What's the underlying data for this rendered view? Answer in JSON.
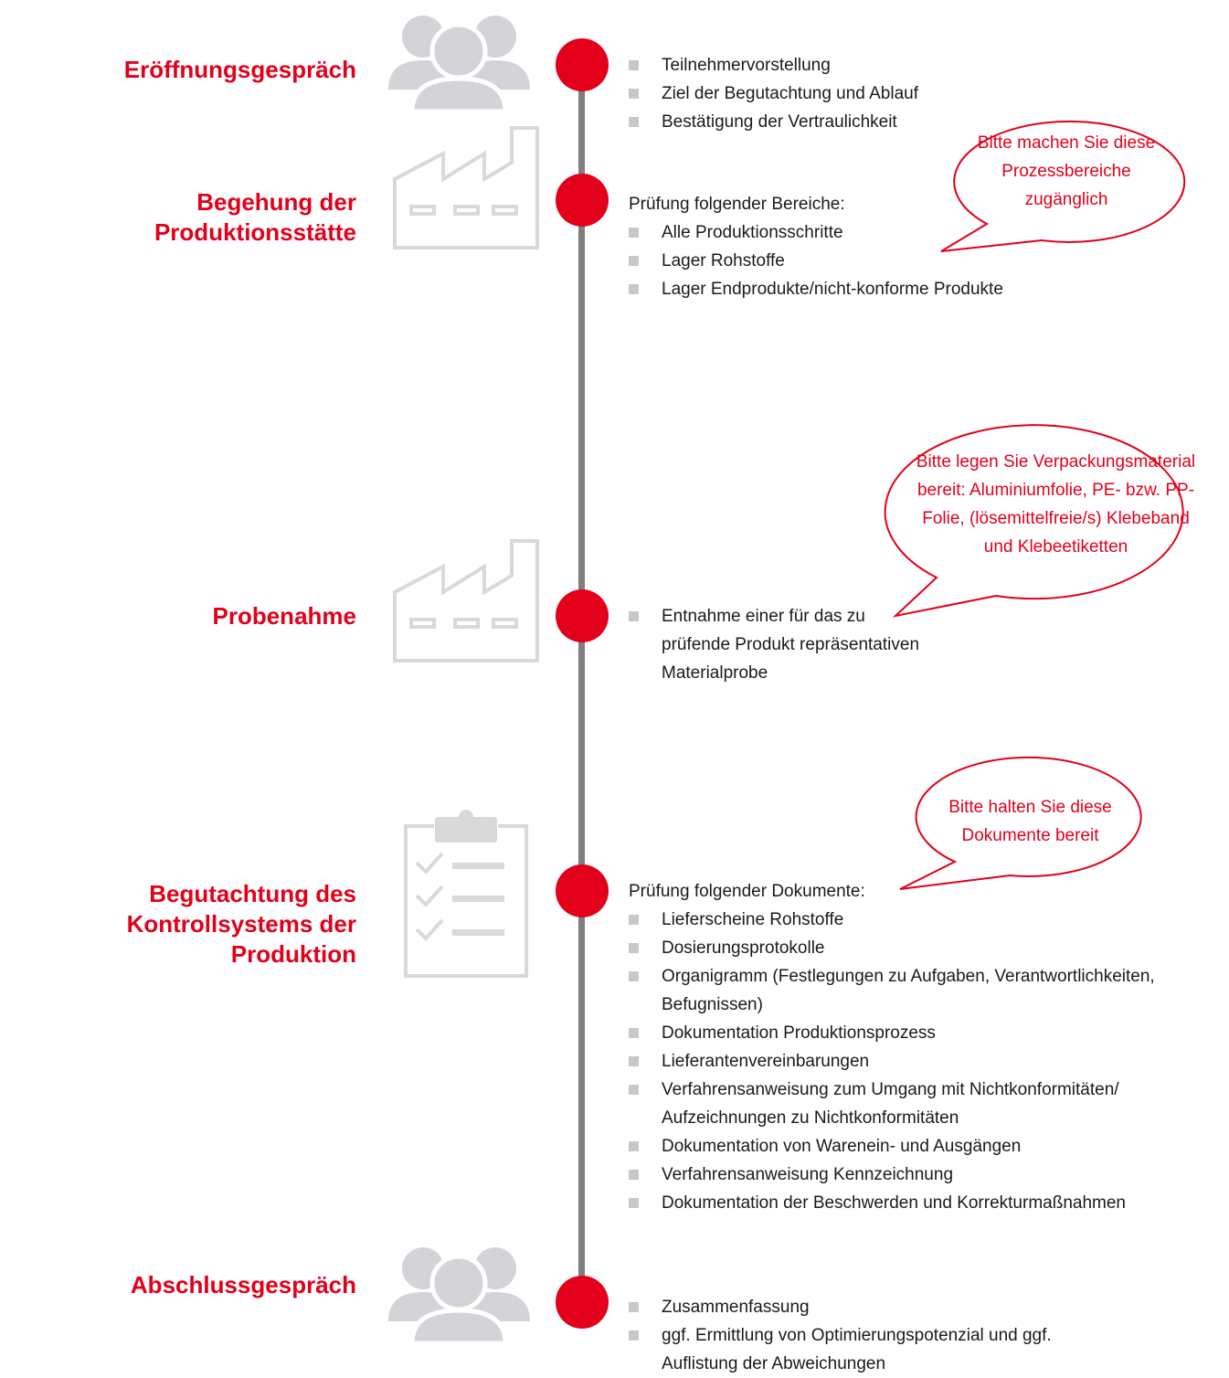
{
  "colors": {
    "accent": "#e2001a",
    "timeline": "#7f7f7f",
    "icon": "#d4d4d8",
    "bullet": "#c8c8c8"
  },
  "stages": [
    {
      "title": "Eröffnungsgespräch",
      "icon": "group-icon",
      "intro": "",
      "items": [
        "Teilnehmervorstellung",
        "Ziel der Begutachtung und Ablauf",
        "Bestätigung der Vertraulichkeit"
      ]
    },
    {
      "title": "Begehung der Produktionsstätte",
      "icon": "factory-icon",
      "intro": "Prüfung folgender Bereiche:",
      "items": [
        "Alle Produktionsschritte",
        "Lager Rohstoffe",
        "Lager Endprodukte/nicht-konforme Produkte"
      ]
    },
    {
      "title": "Probenahme",
      "icon": "factory-icon",
      "intro": "",
      "items": [
        "Entnahme einer für das zu prüfende Produkt repräsentativen Materialprobe"
      ]
    },
    {
      "title": "Begutachtung des Kontrollsystems der Produktion",
      "icon": "clipboard-checklist-icon",
      "intro": "Prüfung folgender Dokumente:",
      "items": [
        "Lieferscheine Rohstoffe",
        "Dosierungsprotokolle",
        "Organigramm (Festlegungen zu Aufgaben, Verantwortlichkeiten, Befugnissen)",
        "Dokumentation Produktionsprozess",
        "Lieferantenvereinbarungen",
        "Verfahrensanweisung zum Umgang mit Nichtkonformitäten/ Aufzeichnungen zu Nichtkonformitäten",
        "Dokumentation von Warenein- und Ausgängen",
        "Verfahrensanweisung Kennzeichnung",
        "Dokumentation der Beschwerden und Korrekturmaßnahmen"
      ]
    },
    {
      "title": "Abschlussgespräch",
      "icon": "group-icon",
      "intro": "",
      "items": [
        "Zusammenfassung",
        "ggf. Ermittlung von Optimierungspotenzial und ggf. Auflistung der Abweichungen"
      ]
    }
  ],
  "callouts": [
    {
      "text": "Bitte machen Sie diese Prozessbereiche zugänglich"
    },
    {
      "text": "Bitte legen Sie Verpackungsmaterial bereit: Aluminiumfolie, PE- bzw. PP-Folie, (lösemittelfreie/s) Klebeband und Klebeetiketten"
    },
    {
      "text": "Bitte halten Sie diese Dokumente bereit"
    }
  ]
}
